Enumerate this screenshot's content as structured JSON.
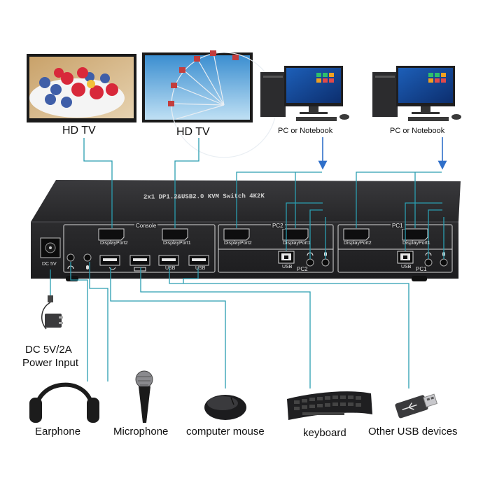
{
  "displays": [
    {
      "label": "HD TV"
    },
    {
      "label": "HD TV"
    }
  ],
  "computers": [
    {
      "label": "PC or Notebook"
    },
    {
      "label": "PC or Notebook"
    }
  ],
  "device": {
    "top_text": "2x1 DP1.2&USB2.0 KVM Switch 4K2K",
    "console_label": "Console",
    "pc2_label": "PC2",
    "pc1_label": "PC1",
    "port_dp2": "DisplayPort2",
    "port_dp1": "DisplayPort1",
    "port_usb": "USB",
    "dc_label": "DC 5V",
    "body_color": "#2a2a2c",
    "line_color": "#2a9db0",
    "arrow_color": "#2f6fc9"
  },
  "power": {
    "line1": "DC 5V/2A",
    "line2": "Power Input"
  },
  "peripherals": [
    {
      "label": "Earphone"
    },
    {
      "label": "Microphone"
    },
    {
      "label": "computer mouse"
    },
    {
      "label": "keyboard"
    },
    {
      "label": "Other USB devices"
    }
  ]
}
